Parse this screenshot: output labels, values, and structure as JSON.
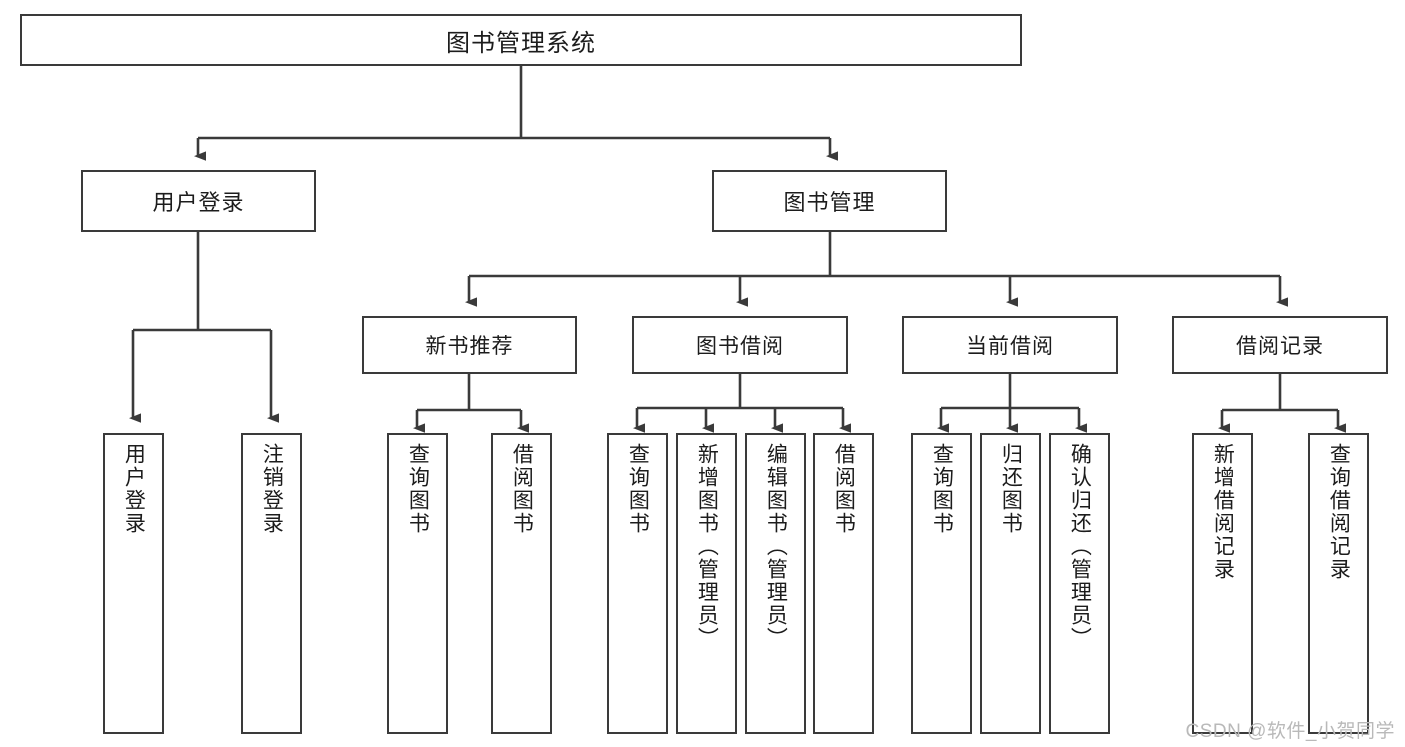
{
  "diagram": {
    "title": "图书管理系统",
    "type": "tree",
    "watermark": "CSDN @软件_小贺同学",
    "colors": {
      "box_border": "#3a3a3a",
      "line": "#3a3a3a",
      "background": "#ffffff",
      "text": "#1c1c1c",
      "watermark": "#b9b9b9"
    },
    "root": {
      "label": "图书管理系统"
    },
    "level2": [
      {
        "label": "用户登录"
      },
      {
        "label": "图书管理"
      }
    ],
    "level3": [
      {
        "label": "新书推荐"
      },
      {
        "label": "图书借阅"
      },
      {
        "label": "当前借阅"
      },
      {
        "label": "借阅记录"
      }
    ],
    "leaves": {
      "user_login": [
        {
          "label": "用户登录"
        },
        {
          "label": "注销登录"
        }
      ],
      "new_book_recommend": [
        {
          "label": "查询图书"
        },
        {
          "label": "借阅图书"
        }
      ],
      "book_borrow": [
        {
          "label": "查询图书"
        },
        {
          "label": "新增图书（管理员）"
        },
        {
          "label": "编辑图书（管理员）"
        },
        {
          "label": "借阅图书"
        }
      ],
      "current_borrow": [
        {
          "label": "查询图书"
        },
        {
          "label": "归还图书"
        },
        {
          "label": "确认归还（管理员）"
        }
      ],
      "borrow_record": [
        {
          "label": "新增借阅记录"
        },
        {
          "label": "查询借阅记录"
        }
      ]
    }
  }
}
